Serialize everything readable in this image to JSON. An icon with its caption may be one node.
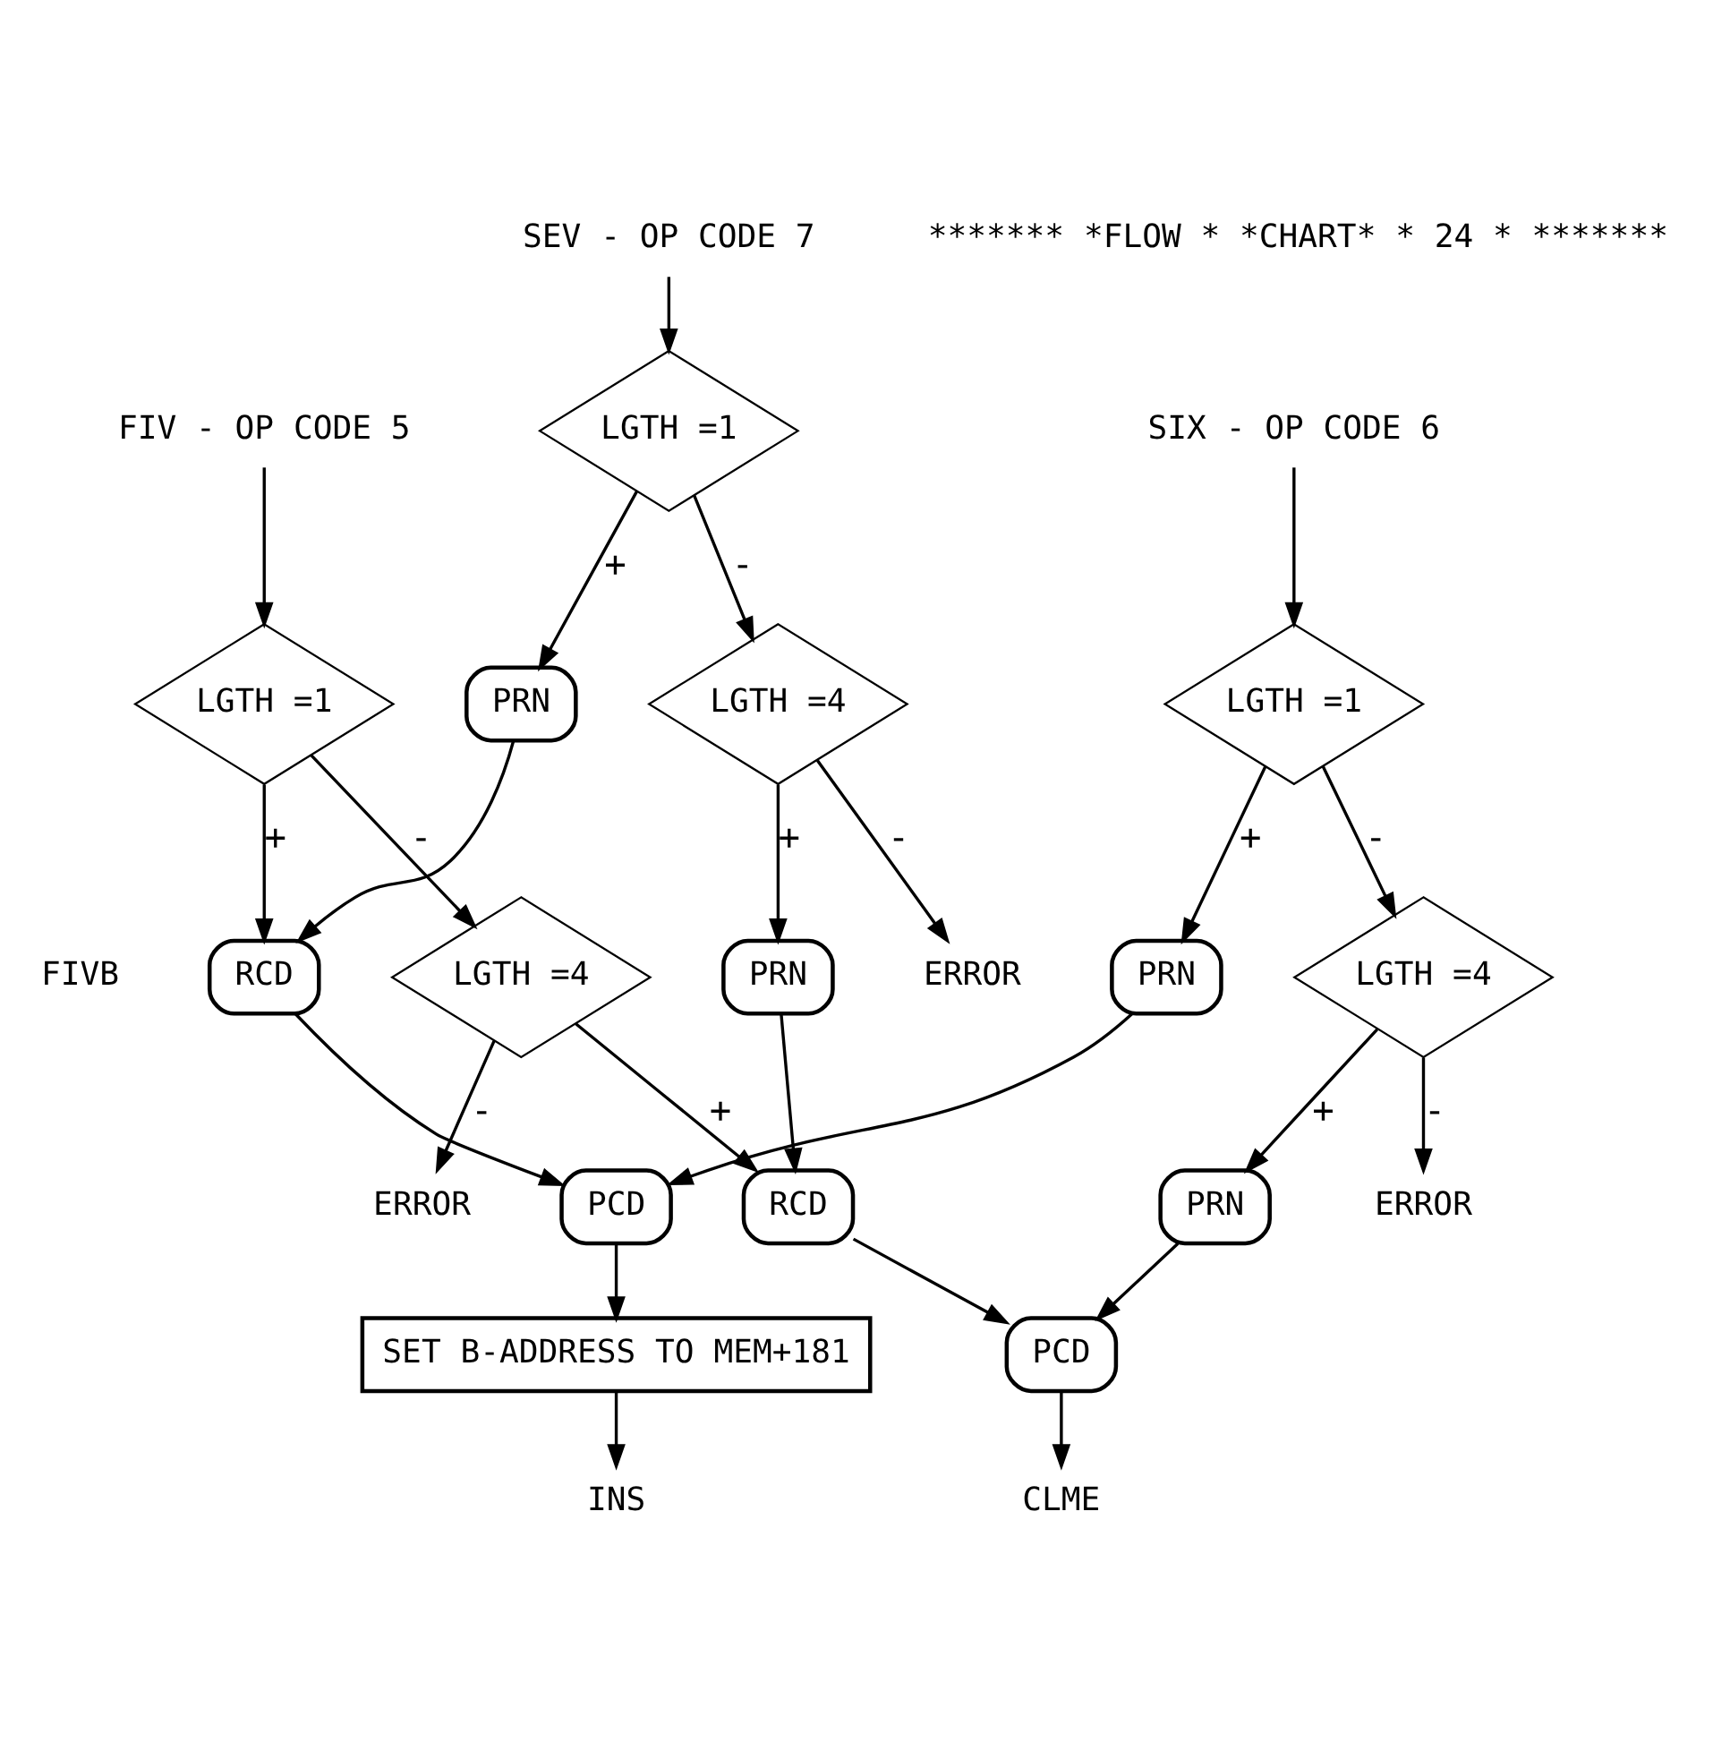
{
  "diagram": {
    "nodes": [
      {
        "text": [
          "FIV - OP CODE 5"
        ]
      },
      {
        "text": [
          "LGTH =1"
        ]
      },
      {
        "text": [
          "RCD"
        ],
        "beside": [
          "FIVB"
        ]
      },
      {
        "text": [
          "PCD"
        ]
      },
      {
        "text": [
          "PRN"
        ]
      },
      {
        "text": [
          "SIX - OP CODE 6"
        ]
      },
      {
        "text": [
          "LGTH =1"
        ]
      },
      {
        "text": [
          "LGTH =4"
        ]
      },
      {
        "text": [
          "ERROR"
        ]
      },
      {
        "text": [
          "SET B-ADDRESS TO MEM+181"
        ]
      },
      {
        "text": [
          "INS"
        ]
      },
      {
        "text": [
          "LGTH =4"
        ]
      },
      {
        "text": [
          "ERROR"
        ]
      },
      {
        "text": [
          "RCD"
        ]
      },
      {
        "text": [
          "PCD"
        ]
      },
      {
        "text": [
          "PRN"
        ]
      },
      {
        "text": [
          "CLME"
        ]
      },
      {
        "text": [
          "SEV - OP CODE 7"
        ]
      },
      {
        "text": [
          "PRN"
        ]
      },
      {
        "text": [
          "PRN"
        ]
      },
      {
        "text": [
          "LGTH =1"
        ]
      },
      {
        "text": [
          "LGTH =4"
        ]
      },
      {
        "text": [
          "ERROR"
        ]
      }
    ],
    "edges": [
      {
        "from": 0,
        "to": 1,
        "arrow": "to"
      },
      {
        "from": 1,
        "to": 2,
        "arrow": "to",
        "label": "+"
      },
      {
        "from": 1,
        "to": 7,
        "arrow": "to",
        "label": "-"
      },
      {
        "from": 7,
        "to": 8,
        "arrow": "to",
        "label": "-"
      },
      {
        "from": 7,
        "to": 13,
        "arrow": "to",
        "label": "+"
      },
      {
        "from": 2,
        "to": 3,
        "arrow": "to"
      },
      {
        "from": 4,
        "to": 3,
        "arrow": "to"
      },
      {
        "from": 5,
        "to": 6,
        "arrow": "to"
      },
      {
        "from": 6,
        "to": 4,
        "arrow": "to",
        "label": "+"
      },
      {
        "from": 6,
        "to": 11,
        "arrow": "to",
        "label": "-"
      },
      {
        "from": 11,
        "to": 12,
        "arrow": "to",
        "label": "-"
      },
      {
        "from": 11,
        "to": 15,
        "arrow": "to",
        "label": "+"
      },
      {
        "from": 3,
        "to": 9,
        "arrow": "to"
      },
      {
        "from": 9,
        "to": 10,
        "arrow": "to"
      },
      {
        "from": 13,
        "to": 14,
        "arrow": "to"
      },
      {
        "from": 15,
        "to": 14,
        "arrow": "to"
      },
      {
        "from": 14,
        "to": 16,
        "arrow": "to"
      },
      {
        "from": 17,
        "to": 20,
        "arrow": "to"
      },
      {
        "from": 20,
        "to": 19,
        "arrow": "to",
        "label": "+"
      },
      {
        "from": 19,
        "to": 2,
        "arrow": "to"
      },
      {
        "from": 20,
        "to": 21,
        "arrow": "to",
        "label": "-"
      },
      {
        "from": 21,
        "to": 18,
        "arrow": "to",
        "label": "+"
      },
      {
        "from": 18,
        "to": 13,
        "arrow": "to"
      },
      {
        "from": 21,
        "to": 22,
        "arrow": "to",
        "label": "-"
      }
    ],
    "labels": [
      "******* *FLOW * *CHART* * 24 * *******"
    ]
  }
}
